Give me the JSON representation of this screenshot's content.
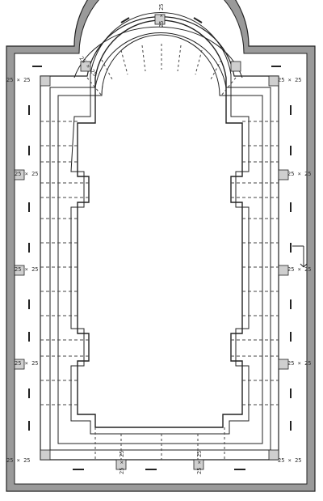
{
  "drawing": {
    "pier_labels": [
      "25 × 25",
      "25 × 25",
      "25 × 25",
      "25 × 25",
      "25 × 25",
      "25 × 25",
      "25 × 25",
      "25 × 25",
      "25 × 25",
      "25 × 25",
      "25 × 25",
      "25 × 25",
      "25 × 25",
      "25 × 25"
    ],
    "colors": {
      "wall": "#8c8c8c",
      "ink": "#2b2b2b",
      "hatch": "#555555",
      "paper": "#ffffff"
    }
  }
}
